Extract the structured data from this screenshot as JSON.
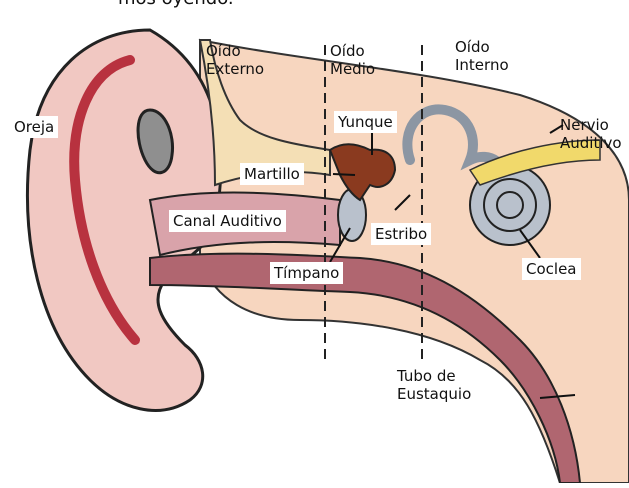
{
  "caption_fragment": "mos oyendo.",
  "regions": {
    "outer_ear": [
      "Oído",
      "Externo"
    ],
    "middle_ear": [
      "Oído",
      "Medio"
    ],
    "inner_ear": [
      "Oído",
      "Interno"
    ]
  },
  "labels": {
    "pinna": "Oreja",
    "incus": "Yunque",
    "auditory_nerve": [
      "Nervio",
      "Auditivo"
    ],
    "malleus": "Martillo",
    "ear_canal": "Canal Auditivo",
    "stapes": "Estribo",
    "eardrum": "Tímpano",
    "cochlea": "Coclea",
    "eustachian_tube": [
      "Tubo de",
      "Eustaquio"
    ]
  },
  "colors": {
    "skin": "#f7d6bf",
    "pinna": "#f1c8c2",
    "inner_red": "#b8323f",
    "canal": "#b06670",
    "tissue": "#f4dfb5",
    "ossicle": "#8a3a1f",
    "bone_grey": "#b9c1cc",
    "nerve": "#f1d96b"
  }
}
